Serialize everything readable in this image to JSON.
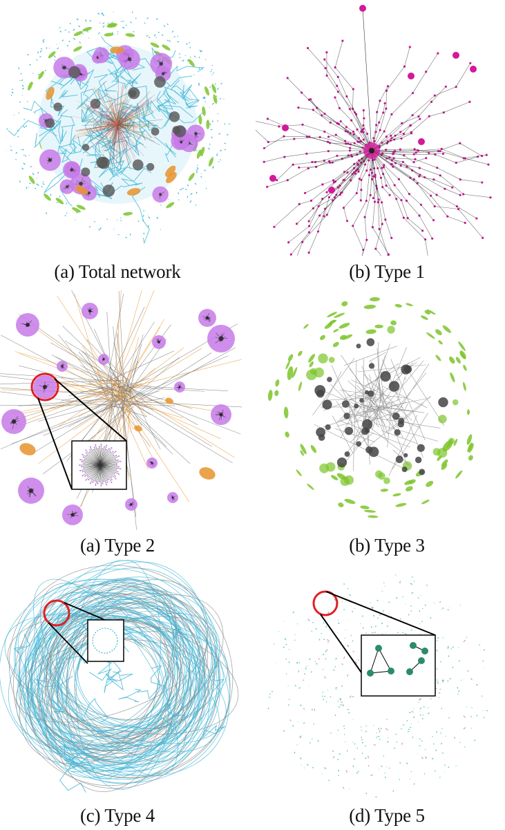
{
  "figure": {
    "panels": [
      {
        "id": "total-network",
        "caption": "(a) Total network",
        "colors": [
          "#c77ae8",
          "#3fb6d6",
          "#7cc42a",
          "#555555",
          "#e8932b",
          "#d6456b"
        ]
      },
      {
        "id": "type-1",
        "caption": "(b) Type 1",
        "colors": [
          "#d4189a",
          "#333333"
        ]
      },
      {
        "id": "type-2",
        "caption": "(a) Type 2",
        "colors": [
          "#c77ae8",
          "#e8932b",
          "#333333"
        ],
        "inset": "zoomed star cluster"
      },
      {
        "id": "type-3",
        "caption": "(b) Type 3",
        "colors": [
          "#7cc42a",
          "#444444"
        ]
      },
      {
        "id": "type-4",
        "caption": "(c) Type 4",
        "colors": [
          "#3fb6d6",
          "#888888"
        ],
        "inset": "zoomed ring"
      },
      {
        "id": "type-5",
        "caption": "(d) Type 5",
        "colors": [
          "#2a8c6a",
          "#d6a0b0"
        ],
        "inset": "zoomed small components"
      }
    ],
    "highlight_color": "#e02020"
  }
}
